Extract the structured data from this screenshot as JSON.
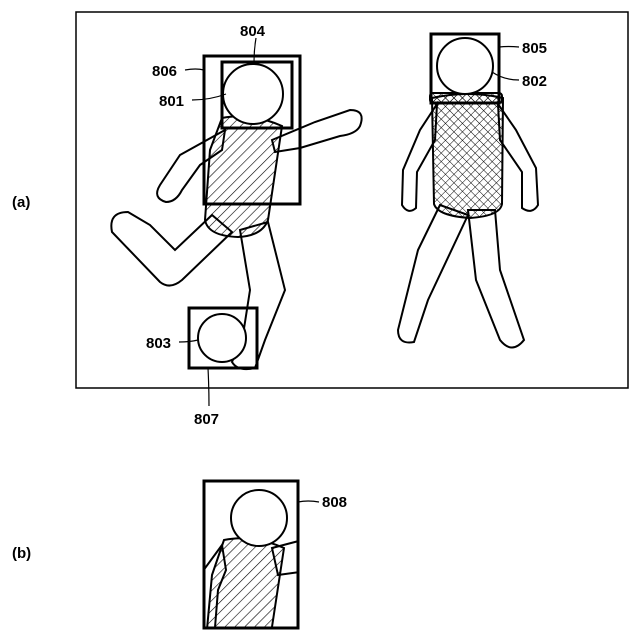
{
  "panels": {
    "a": {
      "label": "(a)"
    },
    "b": {
      "label": "(b)"
    }
  },
  "refs": {
    "r801": "801",
    "r802": "802",
    "r803": "803",
    "r804": "804",
    "r805": "805",
    "r806": "806",
    "r807": "807",
    "r808": "808"
  }
}
